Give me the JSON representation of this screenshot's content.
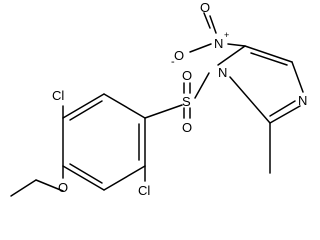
{
  "molecule": {
    "atom_labels": {
      "oxygen_ether": "O",
      "chlorine_upper": "Cl",
      "chlorine_lower": "Cl",
      "sulfur": "S",
      "oxygen_sulfonyl_upper": "O",
      "oxygen_sulfonyl_lower": "O",
      "nitrogen_ring_1": "N",
      "nitrogen_ring_3": "N",
      "nitrogen_nitro": "N",
      "nitro_plus": "+",
      "oxygen_nitro_upper": "O",
      "oxygen_nitro_lower": "O",
      "nitro_minus": "-"
    },
    "colors": {
      "bond": "#000000",
      "label": "#000000",
      "background": "#ffffff"
    }
  }
}
